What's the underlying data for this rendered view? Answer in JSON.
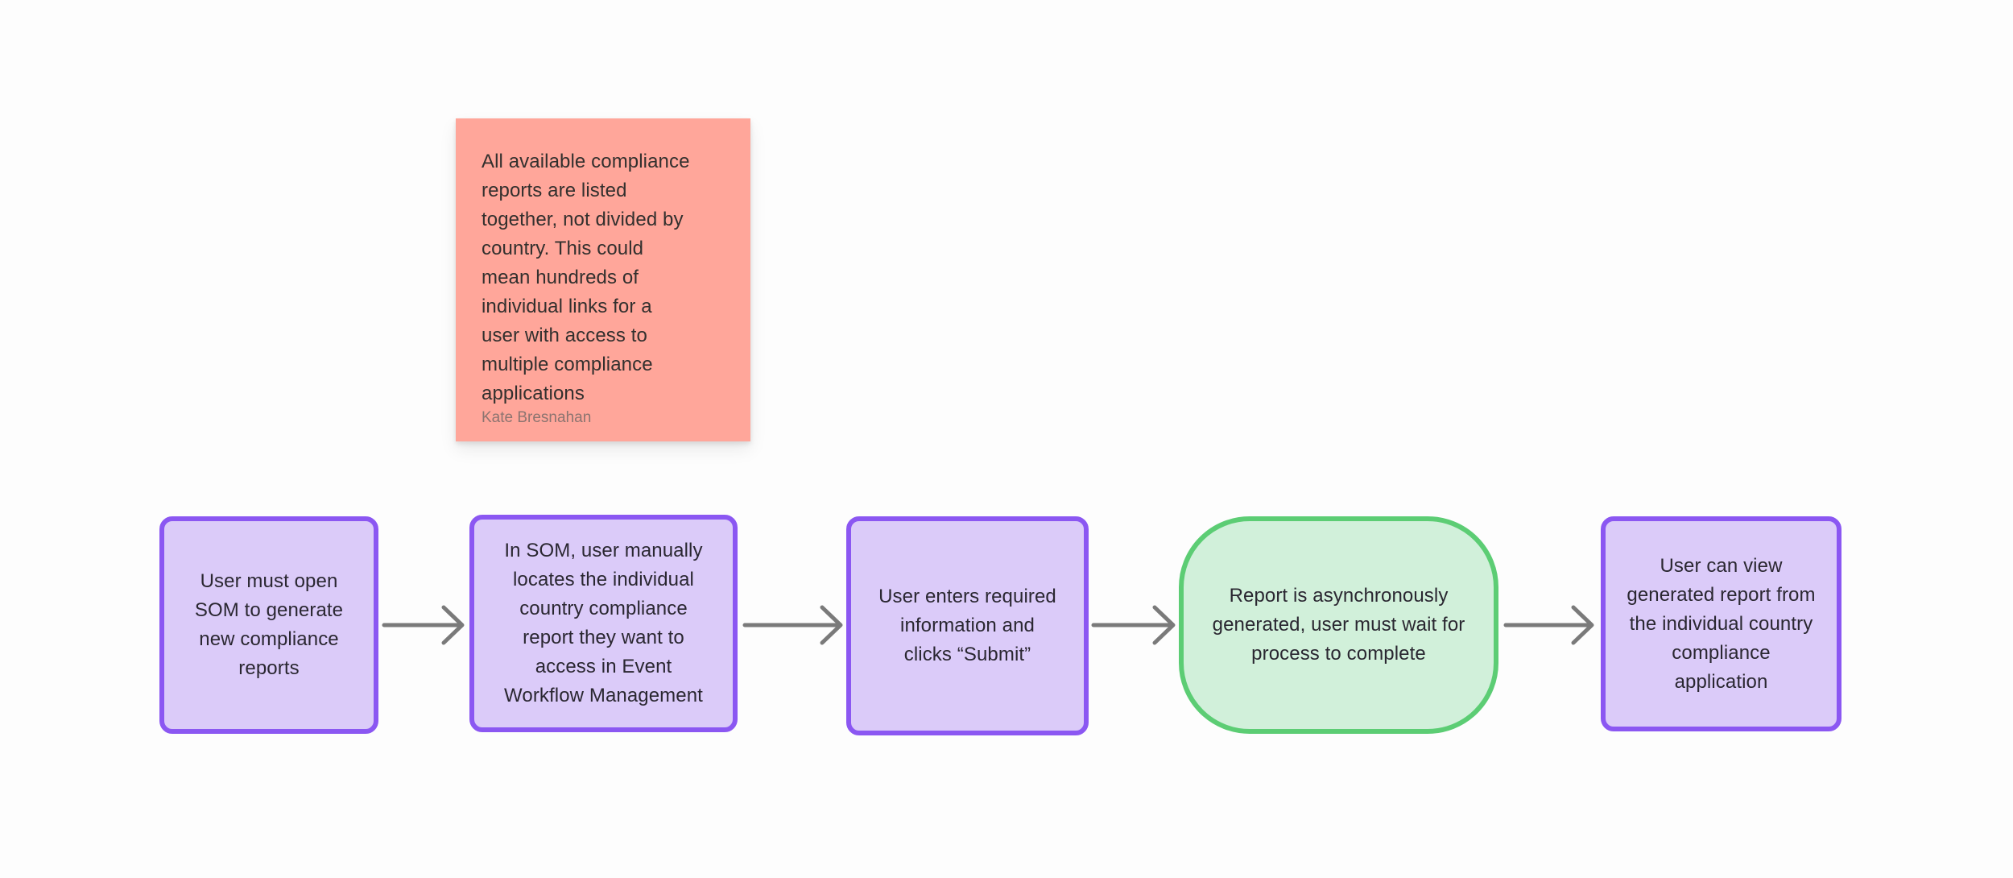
{
  "canvas": {
    "background_color": "#FDFDFD",
    "type": "whiteboard-flowchart"
  },
  "sticky_note": {
    "text": "All available compliance reports are listed together, not divided by country. This could mean hundreds of individual links for a user with access to multiple compliance applications",
    "author": "Kate Bresnahan",
    "fill_color": "#FFA69A",
    "text_color": "#33302E",
    "author_color": "#8C7470"
  },
  "flow": {
    "direction": "left-to-right",
    "arrow_color": "#7A7A7A",
    "nodes": [
      {
        "id": "step-1",
        "shape": "rounded-rectangle",
        "text": "User must open SOM to generate new compliance reports",
        "fill_color": "#DBCBF9",
        "border_color": "#8B57F2"
      },
      {
        "id": "step-2",
        "shape": "rounded-rectangle",
        "text": "In SOM, user manually locates the individual country compliance report they want to access in Event Workflow Management",
        "fill_color": "#DBCBF9",
        "border_color": "#8B57F2"
      },
      {
        "id": "step-3",
        "shape": "rounded-rectangle",
        "text": "User enters required information and clicks “Submit”",
        "fill_color": "#DBCBF9",
        "border_color": "#8B57F2"
      },
      {
        "id": "step-4",
        "shape": "pill",
        "text": "Report is asynchronously generated, user must wait for process to complete",
        "fill_color": "#D1F0DA",
        "border_color": "#5CCD74"
      },
      {
        "id": "step-5",
        "shape": "rounded-rectangle",
        "text": "User can view generated report from the individual country compliance application",
        "fill_color": "#DBCBF9",
        "border_color": "#8B57F2"
      }
    ]
  }
}
